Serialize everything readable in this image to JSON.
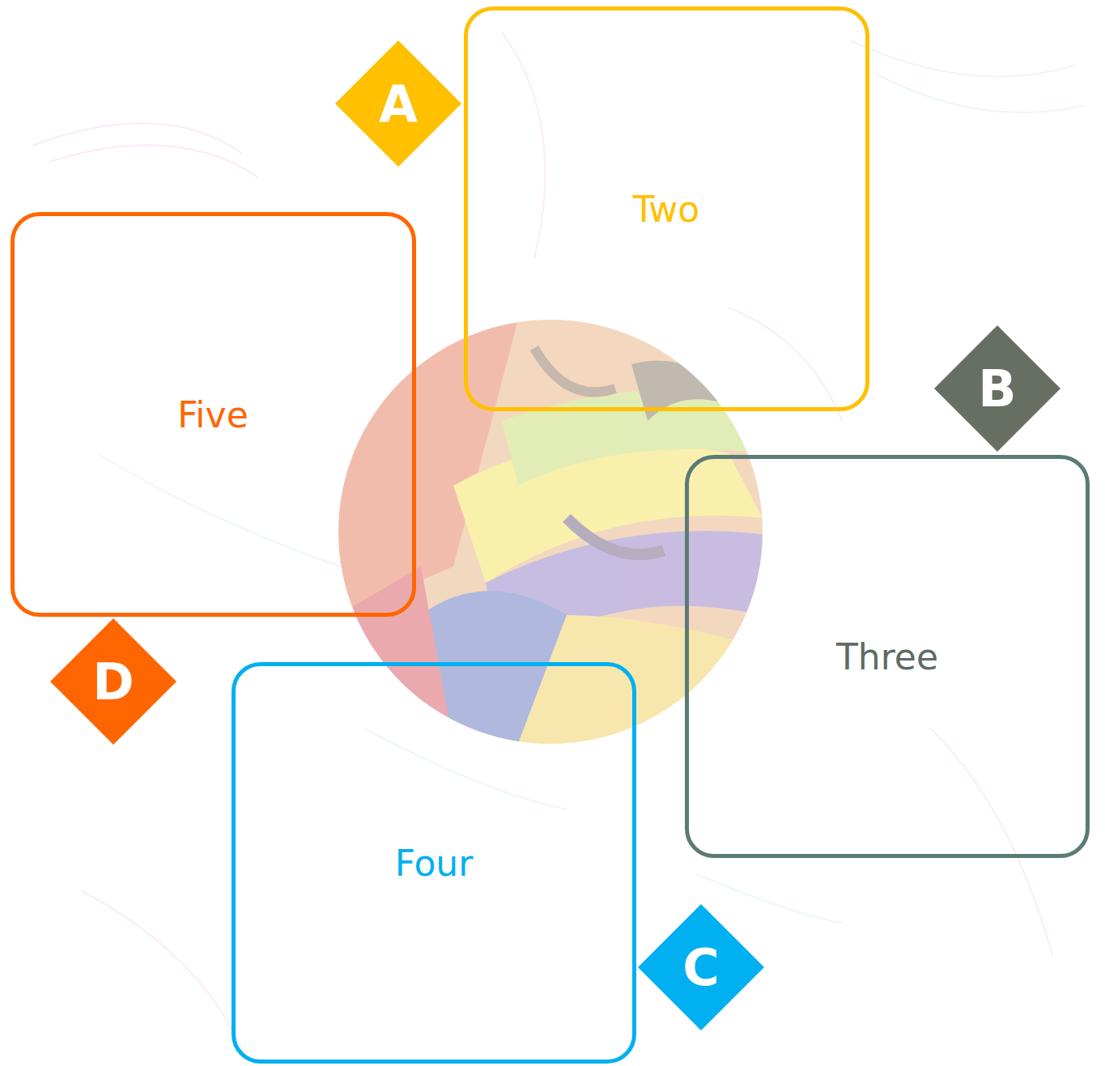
{
  "diagram": {
    "nodes": [
      {
        "text": [
          "Two"
        ]
      },
      {
        "text": [
          "A"
        ]
      },
      {
        "text": [
          "Five"
        ]
      },
      {
        "text": [
          "B"
        ]
      },
      {
        "text": [
          "Three"
        ]
      },
      {
        "text": [
          "D"
        ]
      },
      {
        "text": [
          "Four"
        ]
      },
      {
        "text": [
          "C"
        ]
      }
    ]
  }
}
